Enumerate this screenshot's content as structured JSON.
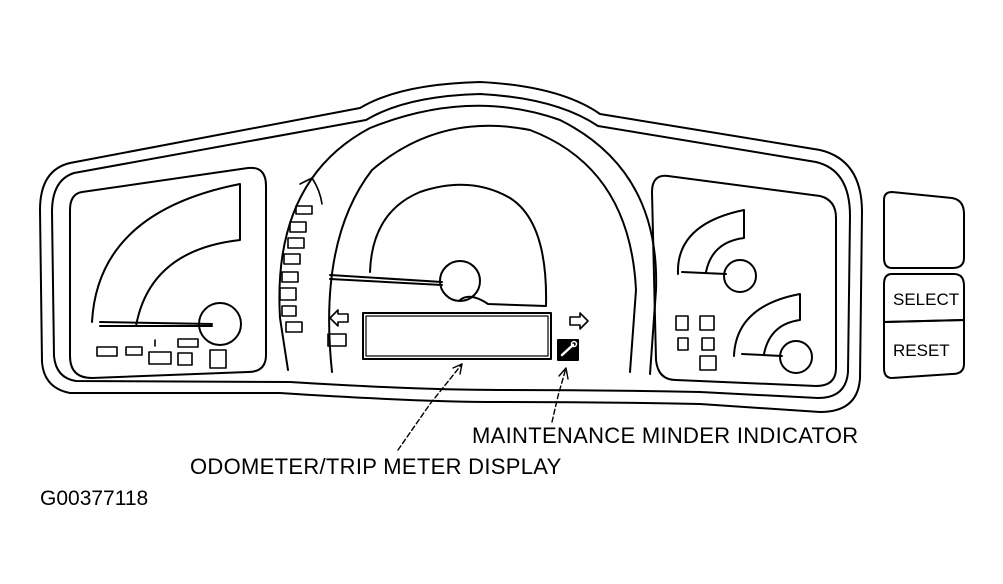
{
  "labels": {
    "maintenance_minder": "MAINTENANCE MINDER INDICATOR",
    "odometer_display": "ODOMETER/TRIP METER DISPLAY",
    "figure_id": "G00377118"
  },
  "buttons": {
    "select": "SELECT",
    "reset": "RESET"
  },
  "colors": {
    "line": "#000000",
    "background": "#ffffff"
  },
  "icons": {
    "left_turn": "arrow-left-icon",
    "right_turn": "arrow-right-icon",
    "maintenance": "wrench-icon"
  }
}
